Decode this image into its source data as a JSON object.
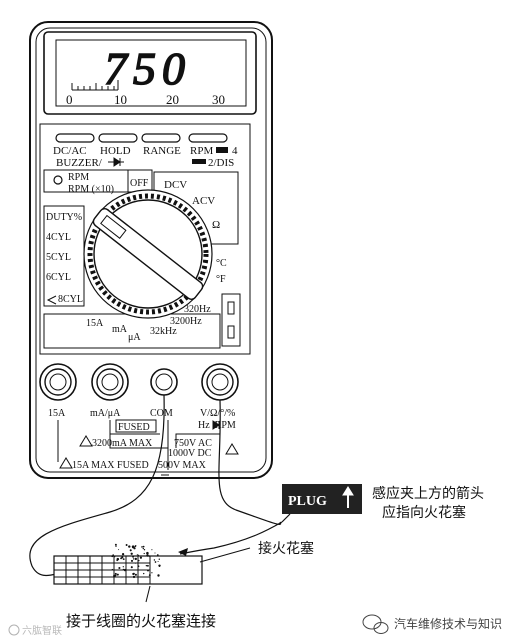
{
  "display": {
    "reading": "750",
    "scale_labels": [
      "0",
      "10",
      "20",
      "30"
    ]
  },
  "buttons": [
    {
      "label": "DC/AC"
    },
    {
      "label": "HOLD"
    },
    {
      "label": "RANGE"
    },
    {
      "label": "RPM"
    }
  ],
  "button_sublabels": {
    "buzzer": "BUZZER/",
    "rpm_dis": "2/DIS",
    "rpm_four": "4"
  },
  "dial": {
    "rpm_top": "RPM",
    "rpm_mult": "RPM (×10)",
    "off": "OFF",
    "dcv": "DCV",
    "acv": "ACV",
    "ohm": "Ω",
    "duty": "DUTY%",
    "cyl4": "4CYL",
    "cyl5": "5CYL",
    "cyl6": "6CYL",
    "cyl8": "8CYL",
    "deg_c": "°C",
    "deg_f": "°F",
    "hz320": "320Hz",
    "hz3200": "3200Hz",
    "khz32": "32kHz",
    "a15": "15A",
    "ma": "mA",
    "ua": "μA"
  },
  "jacks": {
    "labels": [
      "15A",
      "mA/μA",
      "COM",
      "V/Ω/°/%"
    ],
    "hz_rpm": "Hz  RPM",
    "fused": "FUSED",
    "ma_max": "3200mA MAX",
    "a_max": "15A MAX FUSED",
    "v_ac": "750V AC",
    "v_dc": "1000V DC",
    "v_max": "500V MAX"
  },
  "plug": {
    "label": "PLUG",
    "note_line1": "感应夹上方的箭头",
    "note_line2": "应指向火花塞"
  },
  "callouts": {
    "spark_plug": "接火花塞",
    "coil": "接于线圈的火花塞连接"
  },
  "watermark": {
    "left": "六肱智联",
    "right": "汽车维修技术与知识"
  }
}
